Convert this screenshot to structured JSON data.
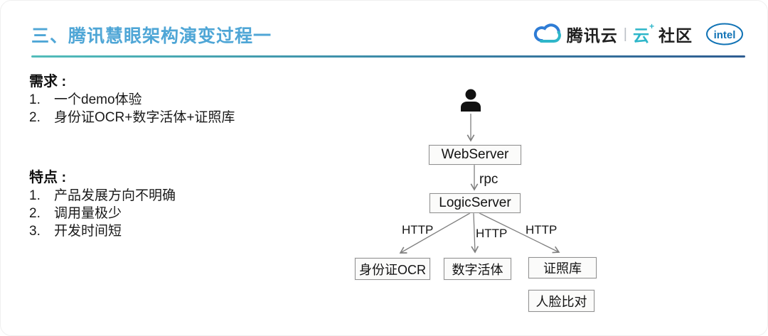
{
  "header": {
    "title": "三、腾讯慧眼架构演变过程一",
    "brand": {
      "tencent_cloud": "腾讯云",
      "separator": "|",
      "community_cloud": "云",
      "community_plus": "+",
      "community": "社区",
      "intel": "intel"
    }
  },
  "sections": [
    {
      "heading": "需求 :",
      "items": [
        {
          "num": "1.",
          "text": "一个demo体验"
        },
        {
          "num": "2.",
          "text": "身份证OCR+数字活体+证照库"
        }
      ]
    },
    {
      "heading": "特点 :",
      "items": [
        {
          "num": "1.",
          "text": "产品发展方向不明确"
        },
        {
          "num": "2.",
          "text": "调用量极少"
        },
        {
          "num": "3.",
          "text": "开发时间短"
        }
      ]
    }
  ],
  "diagram": {
    "nodes": {
      "user": "user",
      "webserver": "WebServer",
      "logicserver": "LogicServer",
      "id_ocr": "身份证OCR",
      "digital_liveness": "数字活体",
      "cert_library": "证照库",
      "face_compare": "人脸比对"
    },
    "edge_labels": {
      "rpc": "rpc",
      "http_left": "HTTP",
      "http_middle": "HTTP",
      "http_right": "HTTP"
    }
  },
  "colors": {
    "title_blue": "#4fa6d6",
    "underline_teal": "#52bdba",
    "underline_navy": "#2f5d92",
    "node_border": "#919191",
    "arrow_gray": "#7f7f7f",
    "tencent_blue": "#2e7cd5",
    "tencent_teal": "#2eb6c9",
    "intel_blue": "#1173b5",
    "text_dark": "#1a1a1a"
  }
}
